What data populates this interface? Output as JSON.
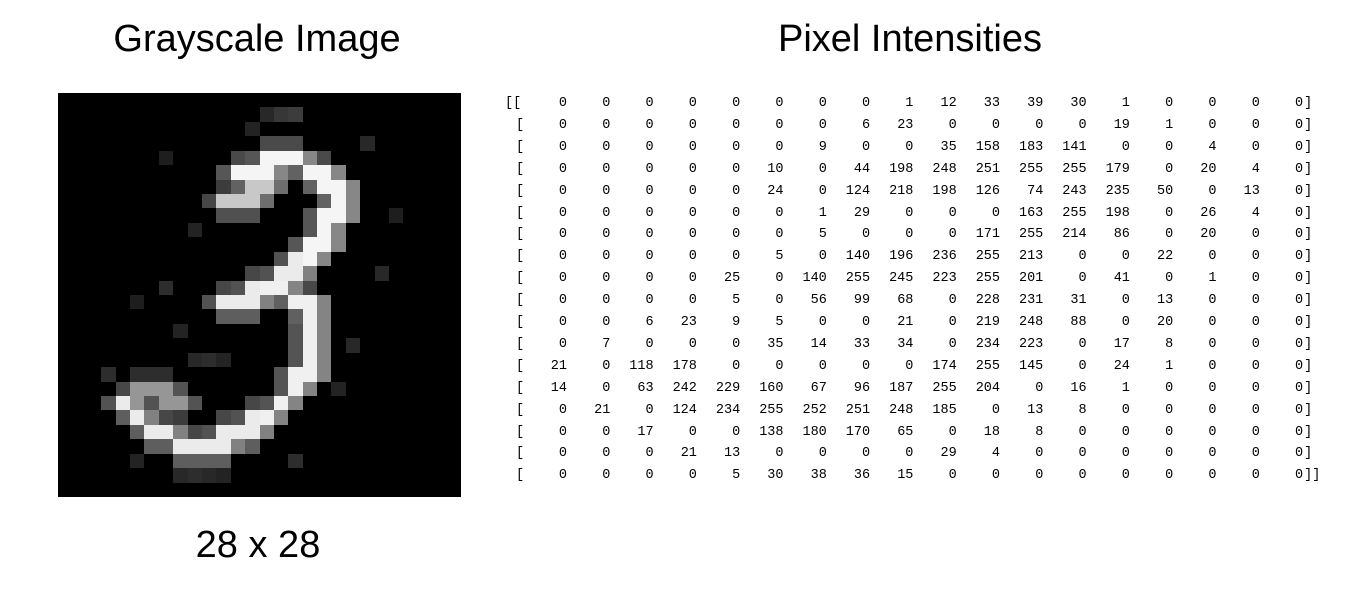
{
  "left_panel": {
    "title": "Grayscale Image",
    "dimensions_label": "28 x 28",
    "image_width": 28,
    "image_height": 28,
    "image_description": "handwritten digit 3 on black background"
  },
  "right_panel": {
    "title": "Pixel Intensities",
    "matrix": [
      [
        0,
        0,
        0,
        0,
        0,
        0,
        0,
        0,
        1,
        12,
        33,
        39,
        30,
        1,
        0,
        0,
        0,
        0
      ],
      [
        0,
        0,
        0,
        0,
        0,
        0,
        0,
        6,
        23,
        0,
        0,
        0,
        0,
        19,
        1,
        0,
        0,
        0
      ],
      [
        0,
        0,
        0,
        0,
        0,
        0,
        9,
        0,
        0,
        35,
        158,
        183,
        141,
        0,
        0,
        4,
        0,
        0
      ],
      [
        0,
        0,
        0,
        0,
        0,
        10,
        0,
        44,
        198,
        248,
        251,
        255,
        255,
        179,
        0,
        20,
        4,
        0
      ],
      [
        0,
        0,
        0,
        0,
        0,
        24,
        0,
        124,
        218,
        198,
        126,
        74,
        243,
        235,
        50,
        0,
        13,
        0
      ],
      [
        0,
        0,
        0,
        0,
        0,
        0,
        1,
        29,
        0,
        0,
        0,
        163,
        255,
        198,
        0,
        26,
        4,
        0
      ],
      [
        0,
        0,
        0,
        0,
        0,
        0,
        5,
        0,
        0,
        0,
        171,
        255,
        214,
        86,
        0,
        20,
        0,
        0
      ],
      [
        0,
        0,
        0,
        0,
        0,
        5,
        0,
        140,
        196,
        236,
        255,
        213,
        0,
        0,
        22,
        0,
        0,
        0
      ],
      [
        0,
        0,
        0,
        0,
        25,
        0,
        140,
        255,
        245,
        223,
        255,
        201,
        0,
        41,
        0,
        1,
        0,
        0
      ],
      [
        0,
        0,
        0,
        0,
        5,
        0,
        56,
        99,
        68,
        0,
        228,
        231,
        31,
        0,
        13,
        0,
        0,
        0
      ],
      [
        0,
        0,
        6,
        23,
        9,
        5,
        0,
        0,
        21,
        0,
        219,
        248,
        88,
        0,
        20,
        0,
        0,
        0
      ],
      [
        0,
        7,
        0,
        0,
        0,
        35,
        14,
        33,
        34,
        0,
        234,
        223,
        0,
        17,
        8,
        0,
        0,
        0
      ],
      [
        21,
        0,
        118,
        178,
        0,
        0,
        0,
        0,
        0,
        174,
        255,
        145,
        0,
        24,
        1,
        0,
        0,
        0
      ],
      [
        14,
        0,
        63,
        242,
        229,
        160,
        67,
        96,
        187,
        255,
        204,
        0,
        16,
        1,
        0,
        0,
        0,
        0
      ],
      [
        0,
        21,
        0,
        124,
        234,
        255,
        252,
        251,
        248,
        185,
        0,
        13,
        8,
        0,
        0,
        0,
        0,
        0
      ],
      [
        0,
        0,
        17,
        0,
        0,
        138,
        180,
        170,
        65,
        0,
        18,
        8,
        0,
        0,
        0,
        0,
        0,
        0
      ],
      [
        0,
        0,
        0,
        21,
        13,
        0,
        0,
        0,
        0,
        29,
        4,
        0,
        0,
        0,
        0,
        0,
        0,
        0
      ],
      [
        0,
        0,
        0,
        0,
        5,
        30,
        38,
        36,
        15,
        0,
        0,
        0,
        0,
        0,
        0,
        0,
        0,
        0
      ]
    ]
  }
}
